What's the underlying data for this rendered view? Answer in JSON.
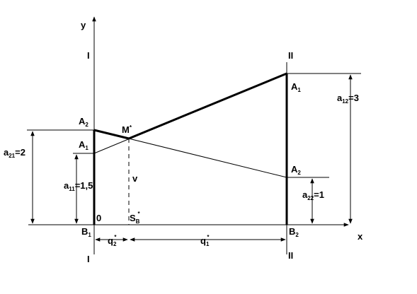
{
  "axes": {
    "x_label": "x",
    "y_label": "y",
    "origin_label": "0"
  },
  "roman": {
    "left_top": "I",
    "left_bottom": "I",
    "right_top": "II",
    "right_bottom": "II"
  },
  "points": {
    "A2_left": {
      "main": "A",
      "sub": "2"
    },
    "A1_left": {
      "main": "A",
      "sub": "1"
    },
    "M": {
      "main": "M",
      "sup": "*"
    },
    "A1_right": {
      "main": "A",
      "sub": "1"
    },
    "A2_right": {
      "main": "A",
      "sub": "2"
    },
    "B1": {
      "main": "B",
      "sub": "1"
    },
    "B2": {
      "main": "B",
      "sub": "2"
    },
    "S": {
      "main": "S",
      "sub": "B",
      "sup": "*"
    },
    "v": "v"
  },
  "dimensions": {
    "a21": {
      "main": "a",
      "sub": "21",
      "rest": "=2"
    },
    "a11": {
      "main": "a",
      "sub": "11",
      "rest": "=1,5"
    },
    "a12": {
      "main": "a",
      "sub": "12",
      "rest": "=3"
    },
    "a22": {
      "main": "a",
      "sub": "22",
      "rest": "=1"
    },
    "q2": {
      "main": "q",
      "sub": "2",
      "sup": "*"
    },
    "q1": {
      "main": "q",
      "sub": "1",
      "sup": "*"
    }
  }
}
